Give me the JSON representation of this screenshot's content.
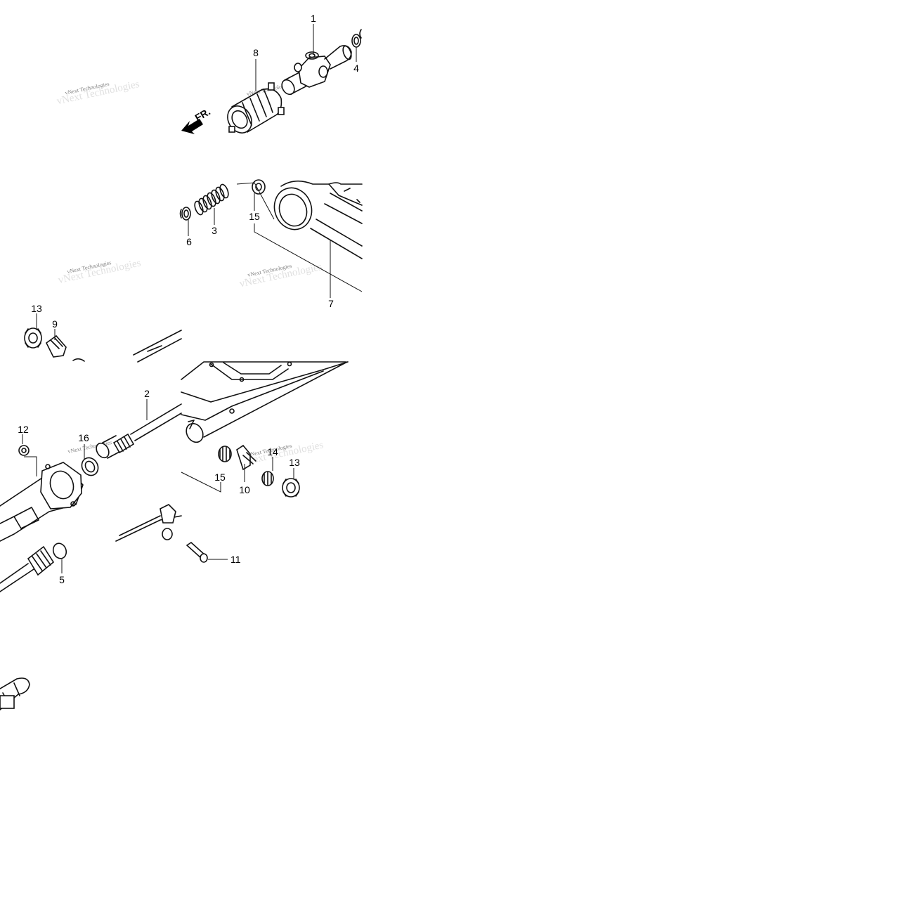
{
  "diagram": {
    "watermark": "vNext Technologies",
    "direction_label": "FR.",
    "callouts": {
      "c1": "1",
      "c2": "2",
      "c3": "3",
      "c4": "4",
      "c5": "5",
      "c6": "6",
      "c7": "7",
      "c8": "8",
      "c9": "9",
      "c10": "10",
      "c11": "11",
      "c12": "12",
      "c13a": "13",
      "c13b": "13",
      "c14": "14",
      "c15a": "15",
      "c15b": "15",
      "c16": "16"
    }
  }
}
